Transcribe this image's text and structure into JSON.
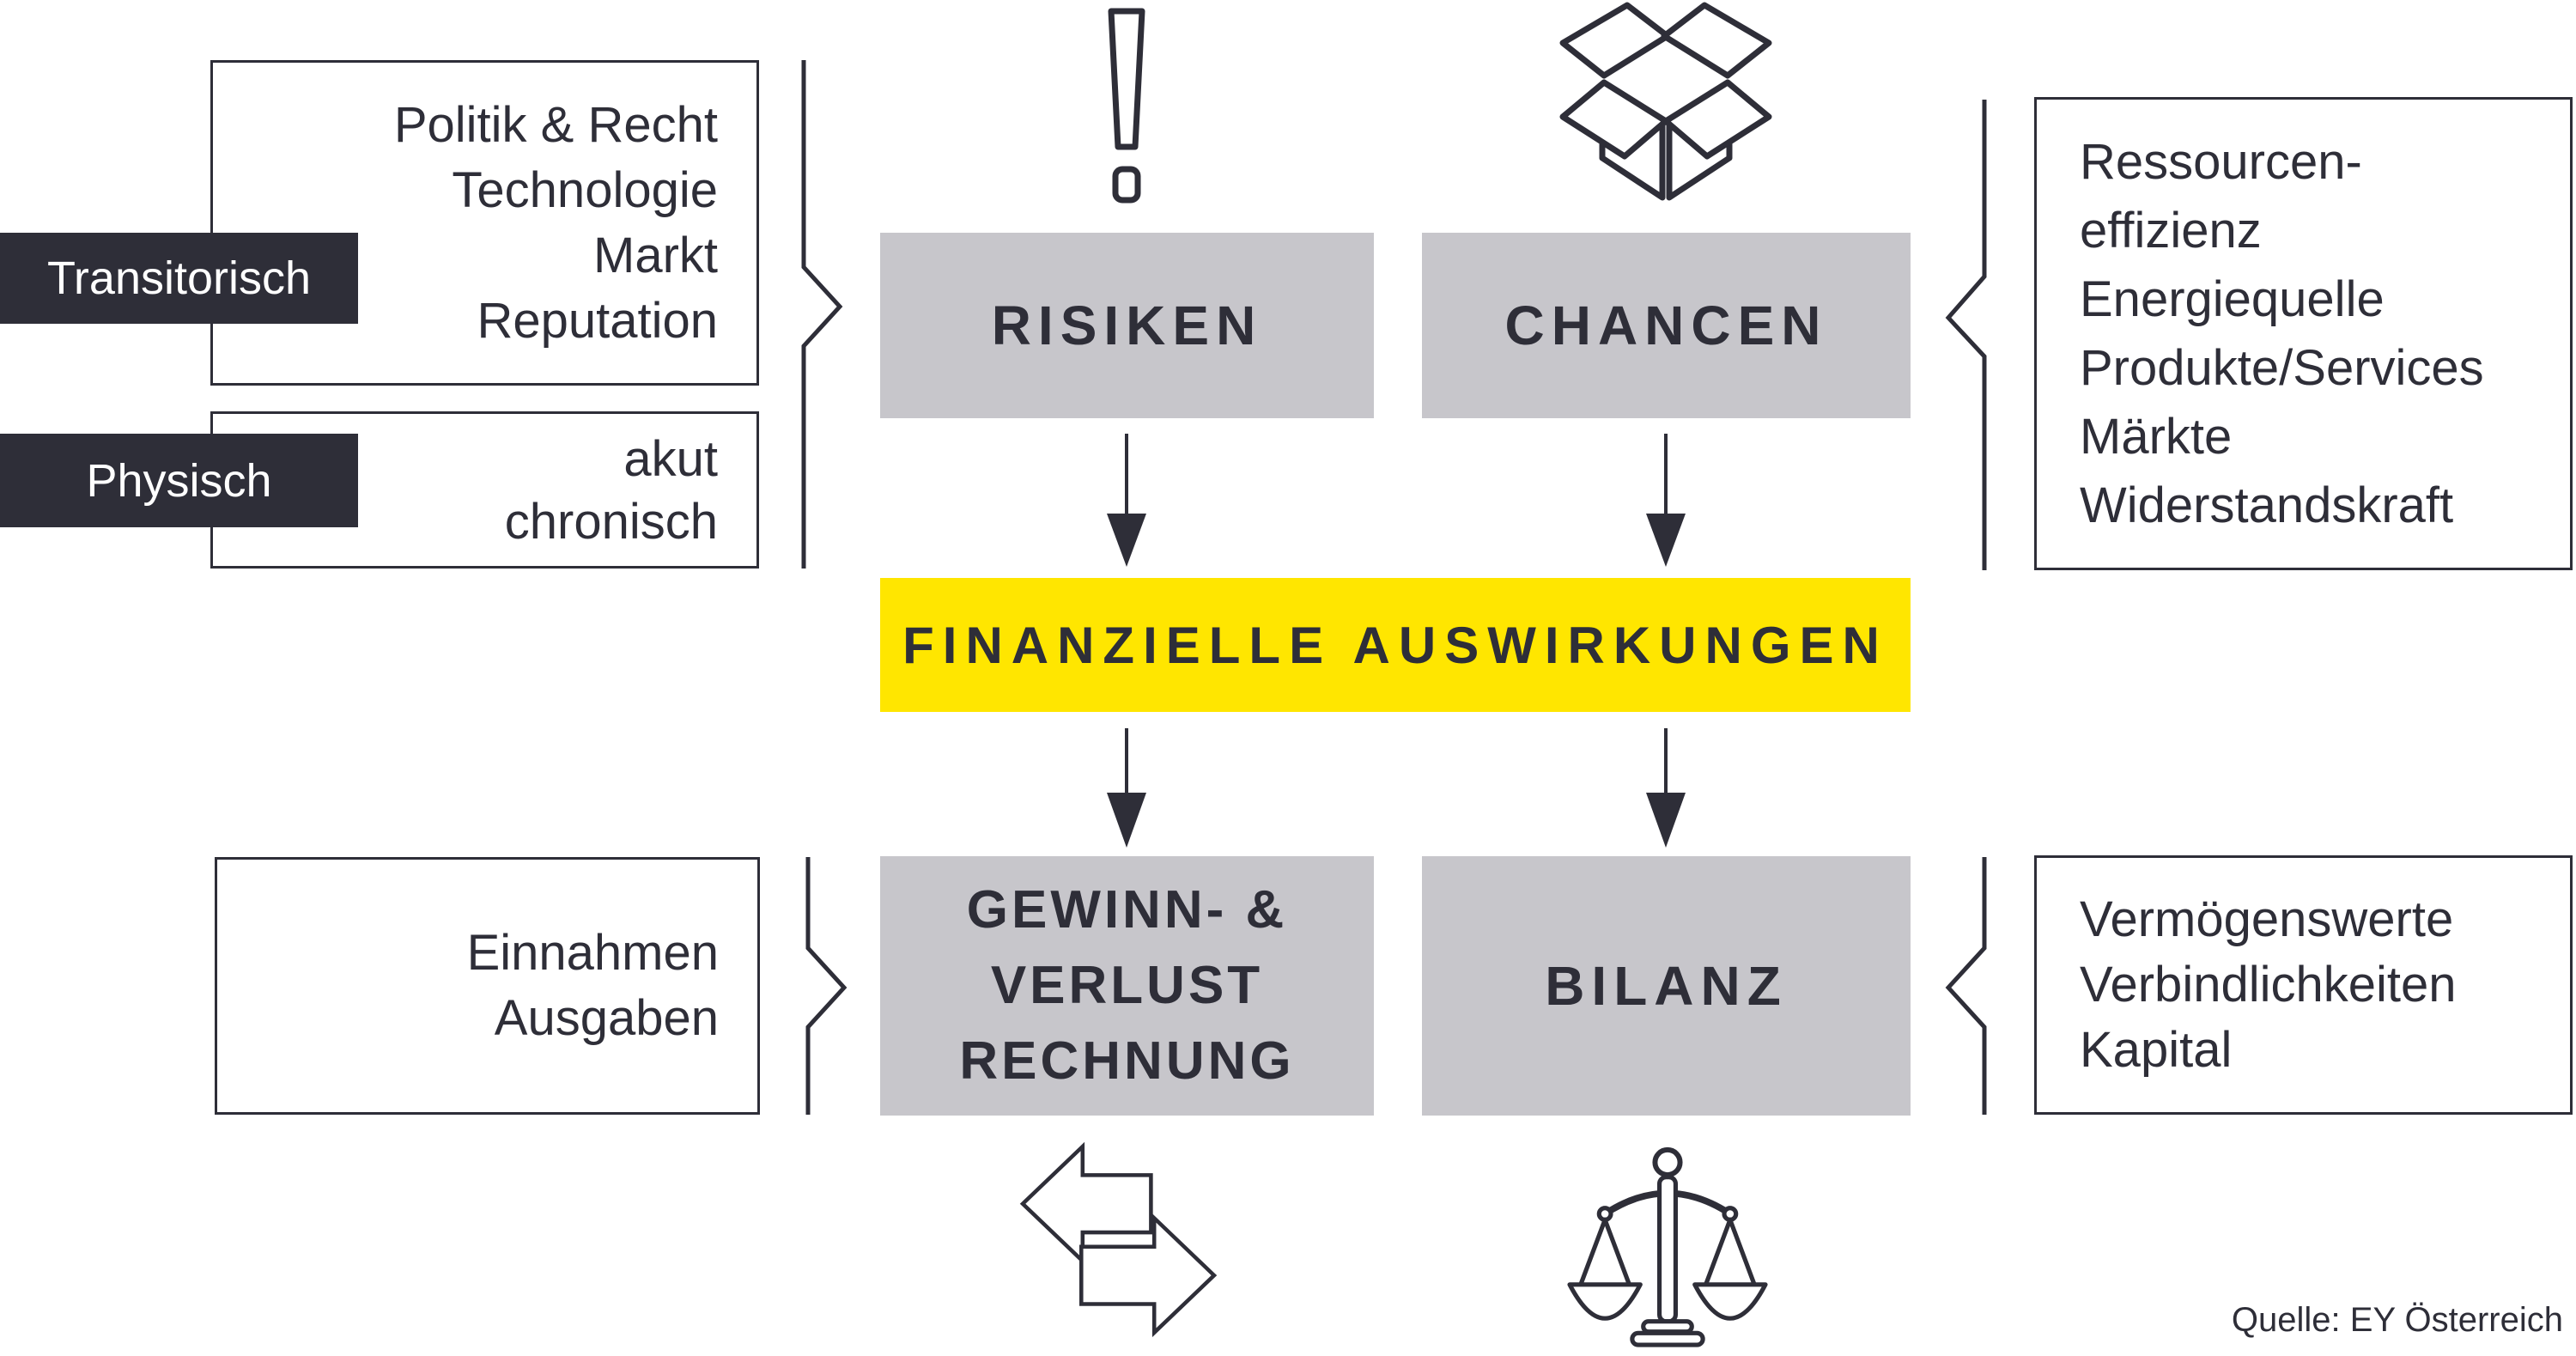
{
  "source_note": "Quelle: EY Österreich",
  "colors": {
    "accent_yellow": "#ffe600",
    "dark_navy": "#2e2e38",
    "box_gray": "#c7c6cb",
    "background": "#ffffff"
  },
  "labels": {
    "transitorisch": "Transitorisch",
    "physisch": "Physisch"
  },
  "transitory_items": [
    "Politik & Recht",
    "Technologie",
    "Markt",
    "Reputation"
  ],
  "physical_items": [
    "akut",
    "chronisch"
  ],
  "pnl_input_items": [
    "Einnahmen",
    "Ausgaben"
  ],
  "chancen_items": [
    "Ressourcen-",
    "effizienz",
    "Energiequelle",
    "Produkte/Services",
    "Märkte",
    "Widerstandskraft"
  ],
  "bilanz_items": [
    "Vermögenswerte",
    "Verbindlichkeiten",
    "Kapital"
  ],
  "nodes": {
    "risiken": "RISIKEN",
    "chancen": "CHANCEN",
    "financial_impact": "FINANZIELLE AUSWIRKUNGEN",
    "pnl_line1": "GEWINN- &",
    "pnl_line2": "VERLUST",
    "pnl_line3": "RECHNUNG",
    "bilanz": "BILANZ"
  },
  "icons": {
    "risiken": "exclamation-icon",
    "chancen": "open-box-icon",
    "pnl": "exchange-arrows-icon",
    "bilanz": "balance-scale-icon"
  }
}
